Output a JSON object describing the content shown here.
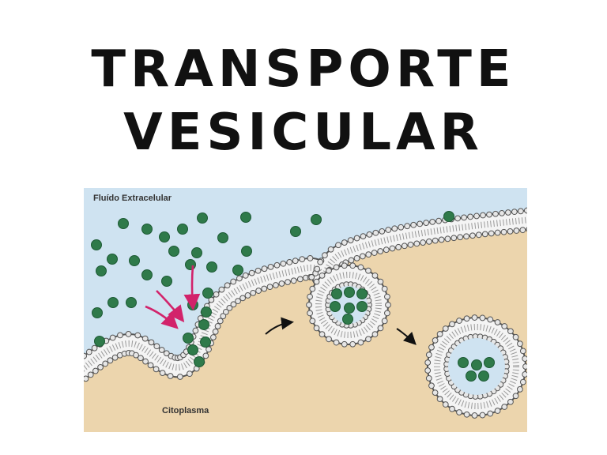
{
  "title": {
    "line1": "Transporte",
    "line2": "vesicular"
  },
  "diagram": {
    "extracellular_label": "Fluído Extracelular",
    "cytoplasm_label": "Citoplasma",
    "colors": {
      "extracellular": "#cfe3f1",
      "cytoplasm": "#ecd5ad",
      "particle": "#2f7a4a",
      "particle_edge": "#1d5a35",
      "arrow_red": "#d2236b",
      "arrow_black": "#111111",
      "head_fill": "#e6e6e6",
      "head_stroke": "#555555"
    }
  }
}
